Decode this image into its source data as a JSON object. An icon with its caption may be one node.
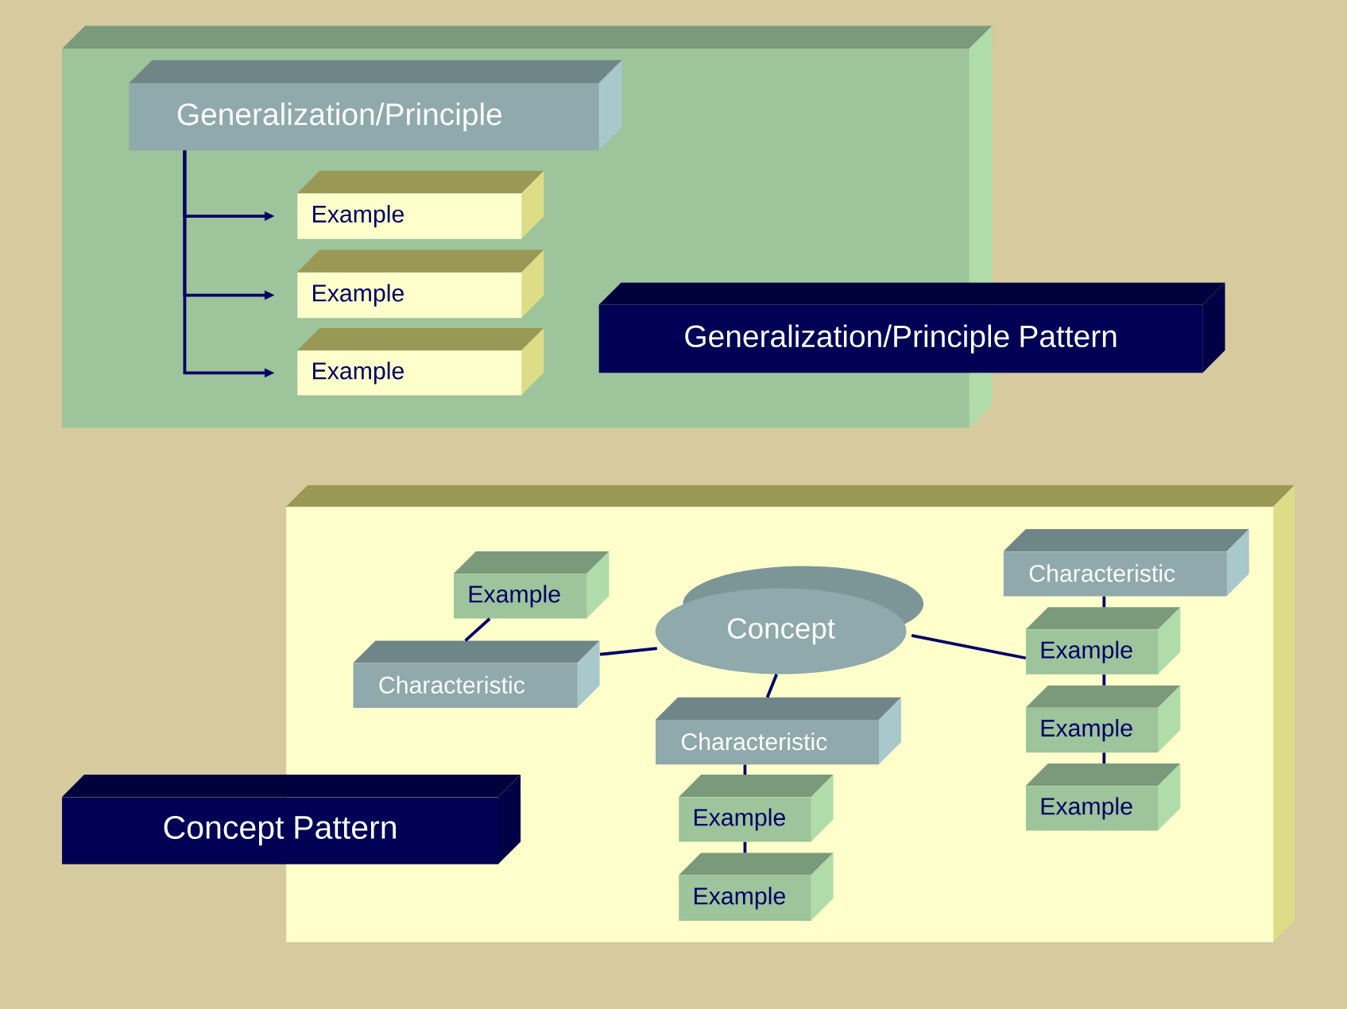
{
  "diagram": {
    "nodes": [
      {
        "text": [],
        "shape": "box"
      },
      {
        "text": [
          "Generalization/Principle"
        ],
        "in": 0
      },
      {
        "text": [
          "Example"
        ],
        "in": 0
      },
      {
        "text": [
          "Example"
        ],
        "in": 0
      },
      {
        "text": [
          "Example"
        ],
        "in": 0
      },
      {
        "text": [
          "Generalization/Principle Pattern"
        ]
      },
      {
        "text": [],
        "shape": "box"
      },
      {
        "text": [
          "Concept Pattern"
        ]
      },
      {
        "text": [
          "Concept"
        ],
        "in": 6
      },
      {
        "text": [
          "Example"
        ],
        "in": 6
      },
      {
        "text": [
          "Characteristic"
        ],
        "in": 6
      },
      {
        "text": [
          "Characteristic"
        ],
        "in": 6
      },
      {
        "text": [
          "Example"
        ],
        "in": 6
      },
      {
        "text": [
          "Example"
        ],
        "in": 6
      },
      {
        "text": [
          "Characteristic"
        ],
        "in": 6
      },
      {
        "text": [
          "Example"
        ],
        "in": 6
      },
      {
        "text": [
          "Example"
        ],
        "in": 6
      },
      {
        "text": [
          "Example"
        ],
        "in": 6
      }
    ],
    "edges": [
      {
        "from": 1,
        "to": 2,
        "arrow": "to"
      },
      {
        "from": 1,
        "to": 3,
        "arrow": "to"
      },
      {
        "from": 1,
        "to": 4,
        "arrow": "to"
      },
      {
        "from": 8,
        "to": 10,
        "arrow": "none"
      },
      {
        "from": 10,
        "to": 9,
        "arrow": "none"
      },
      {
        "from": 8,
        "to": 11,
        "arrow": "none"
      },
      {
        "from": 11,
        "to": 12,
        "arrow": "none"
      },
      {
        "from": 12,
        "to": 13,
        "arrow": "none"
      },
      {
        "from": 8,
        "to": 15,
        "arrow": "none"
      },
      {
        "from": 14,
        "to": 15,
        "arrow": "none"
      },
      {
        "from": 15,
        "to": 16,
        "arrow": "none"
      },
      {
        "from": 16,
        "to": 17,
        "arrow": "none"
      }
    ]
  }
}
